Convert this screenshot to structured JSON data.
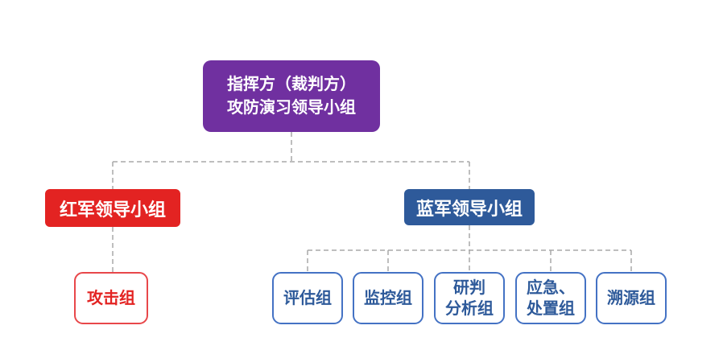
{
  "diagram": {
    "title": "attack-defense-exercise-org-chart",
    "root": {
      "label": "指挥方（裁判方）\n攻防演习领导小组",
      "bg_color": "#7030A0",
      "text_color": "#FFFFFF"
    },
    "red_branch": {
      "leader": {
        "label": "红军领导小组",
        "bg_color": "#E32322",
        "text_color": "#FFFFFF"
      },
      "children": [
        {
          "label": "攻击组",
          "border_color": "#E8474A",
          "text_color": "#E32322"
        }
      ]
    },
    "blue_branch": {
      "leader": {
        "label": "蓝军领导小组",
        "bg_color": "#2E5A9A",
        "text_color": "#FFFFFF"
      },
      "children": [
        {
          "label": "评估组",
          "border_color": "#4472C4",
          "text_color": "#2E5A9A"
        },
        {
          "label": "监控组",
          "border_color": "#4472C4",
          "text_color": "#2E5A9A"
        },
        {
          "label": "研判\n分析组",
          "border_color": "#4472C4",
          "text_color": "#2E5A9A"
        },
        {
          "label": "应急、\n处置组",
          "border_color": "#4472C4",
          "text_color": "#2E5A9A"
        },
        {
          "label": "溯源组",
          "border_color": "#4472C4",
          "text_color": "#2E5A9A"
        }
      ]
    },
    "connector": {
      "style": "dashed",
      "color": "#A9A9A9"
    }
  }
}
